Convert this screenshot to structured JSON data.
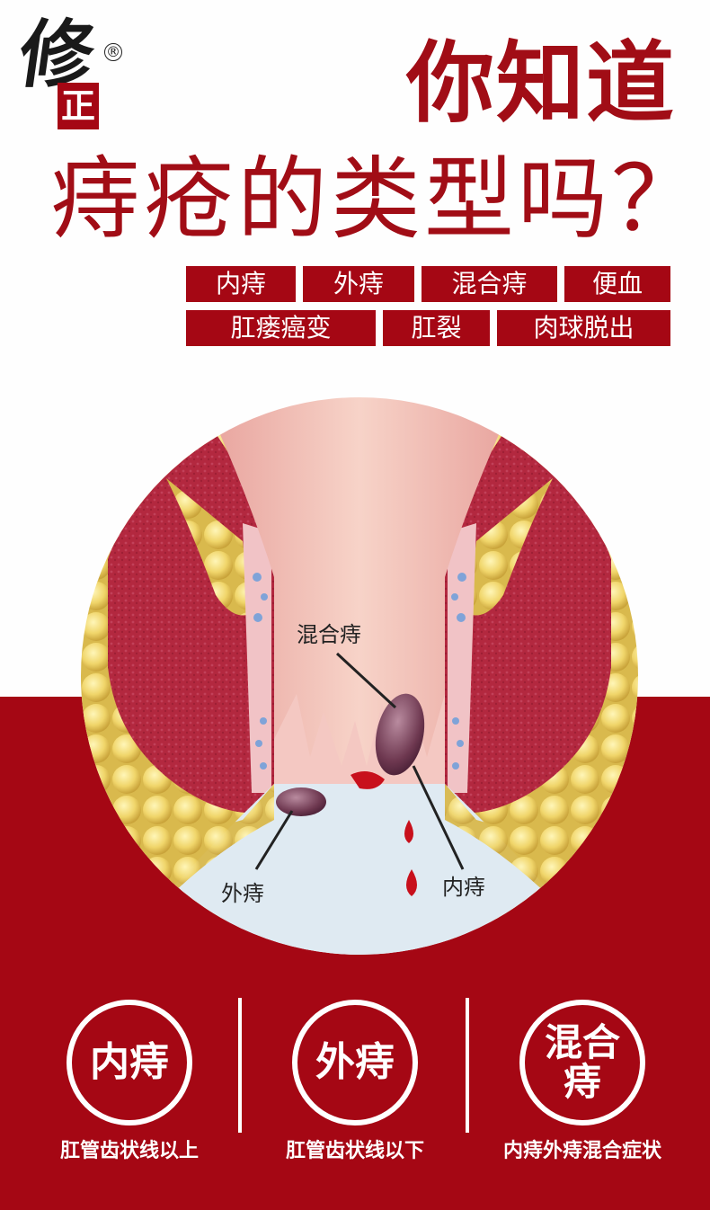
{
  "logo": {
    "brush": "修",
    "seal": "正",
    "registered": "®"
  },
  "headline": {
    "line1": "你知道",
    "line2": "痔疮的类型吗？"
  },
  "tags": [
    "内痔",
    "外痔",
    "混合痔",
    "便血",
    "肛瘘癌变",
    "肛裂",
    "肉球脱出"
  ],
  "diagram_labels": {
    "mixed": "混合痔",
    "external": "外痔",
    "internal": "内痔"
  },
  "types": [
    {
      "name": "内痔",
      "caption": "肛管齿状线以上"
    },
    {
      "name": "外痔",
      "caption": "肛管齿状线以下"
    },
    {
      "name_line1": "混合",
      "name_line2": "痔",
      "caption": "内痔外痔混合症状"
    }
  ],
  "colors": {
    "brand_red": "#a50714",
    "title_red": "#a10d16",
    "white": "#ffffff"
  }
}
